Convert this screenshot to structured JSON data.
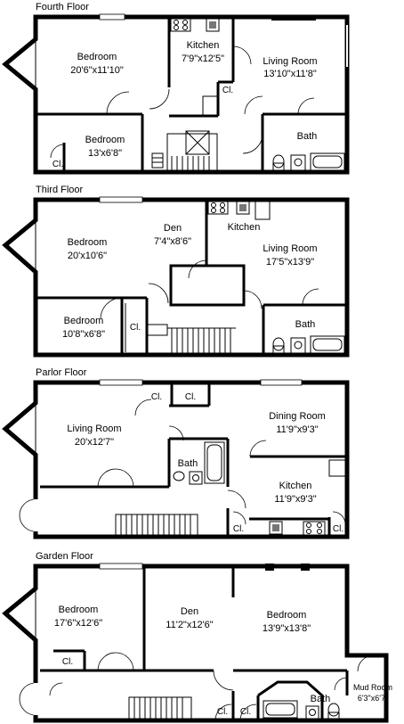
{
  "floors": [
    {
      "title": "Fourth Floor",
      "rooms": [
        {
          "name": "Bedroom",
          "dims": "20'6\"x11'10\""
        },
        {
          "name": "Kitchen",
          "dims": "7'9\"x12'5\""
        },
        {
          "name": "Living Room",
          "dims": "13'10\"x11'8\""
        },
        {
          "name": "Bedroom",
          "dims": "13'x6'8\""
        },
        {
          "name": "Bath",
          "dims": ""
        }
      ],
      "closets": [
        "Cl.",
        "Cl."
      ]
    },
    {
      "title": "Third Floor",
      "rooms": [
        {
          "name": "Bedroom",
          "dims": "20'x10'6\""
        },
        {
          "name": "Den",
          "dims": "7'4\"x8'6\""
        },
        {
          "name": "Kitchen",
          "dims": ""
        },
        {
          "name": "Living Room",
          "dims": "17'5\"x13'9\""
        },
        {
          "name": "Bedroom",
          "dims": "10'8\"x6'8\""
        },
        {
          "name": "Bath",
          "dims": ""
        }
      ],
      "closets": [
        "Cl."
      ]
    },
    {
      "title": "Parlor Floor",
      "rooms": [
        {
          "name": "Living Room",
          "dims": "20'x12'7\""
        },
        {
          "name": "Dining Room",
          "dims": "11'9\"x9'3\""
        },
        {
          "name": "Bath",
          "dims": ""
        },
        {
          "name": "Kitchen",
          "dims": "11'9\"x9'3\""
        }
      ],
      "closets": [
        "Cl.",
        "Cl.",
        "Cl.",
        "Cl."
      ]
    },
    {
      "title": "Garden Floor",
      "rooms": [
        {
          "name": "Bedroom",
          "dims": "17'6\"x12'6\""
        },
        {
          "name": "Den",
          "dims": "11'2\"x12'6\""
        },
        {
          "name": "Bedroom",
          "dims": "13'9\"x13'8\""
        },
        {
          "name": "Mud Room",
          "dims": "6'3\"x6'7\""
        },
        {
          "name": "Bath",
          "dims": ""
        }
      ],
      "closets": [
        "Cl.",
        "Cl.",
        "Cl."
      ]
    }
  ]
}
